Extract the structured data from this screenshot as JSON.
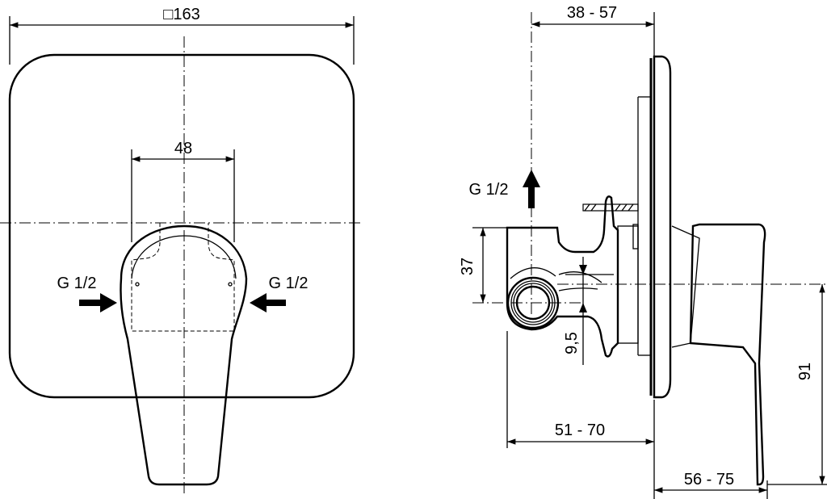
{
  "front_view": {
    "plate_size": "□163",
    "lever_width": "48",
    "inlet_left": "G 1/2",
    "inlet_right": "G 1/2"
  },
  "side_view": {
    "wall_depth": "38 - 57",
    "outlet": "G 1/2",
    "height_37": "37",
    "offset": "9,5",
    "body_depth": "51 - 70",
    "lever_height": "91",
    "lever_projection": "56 - 75"
  }
}
